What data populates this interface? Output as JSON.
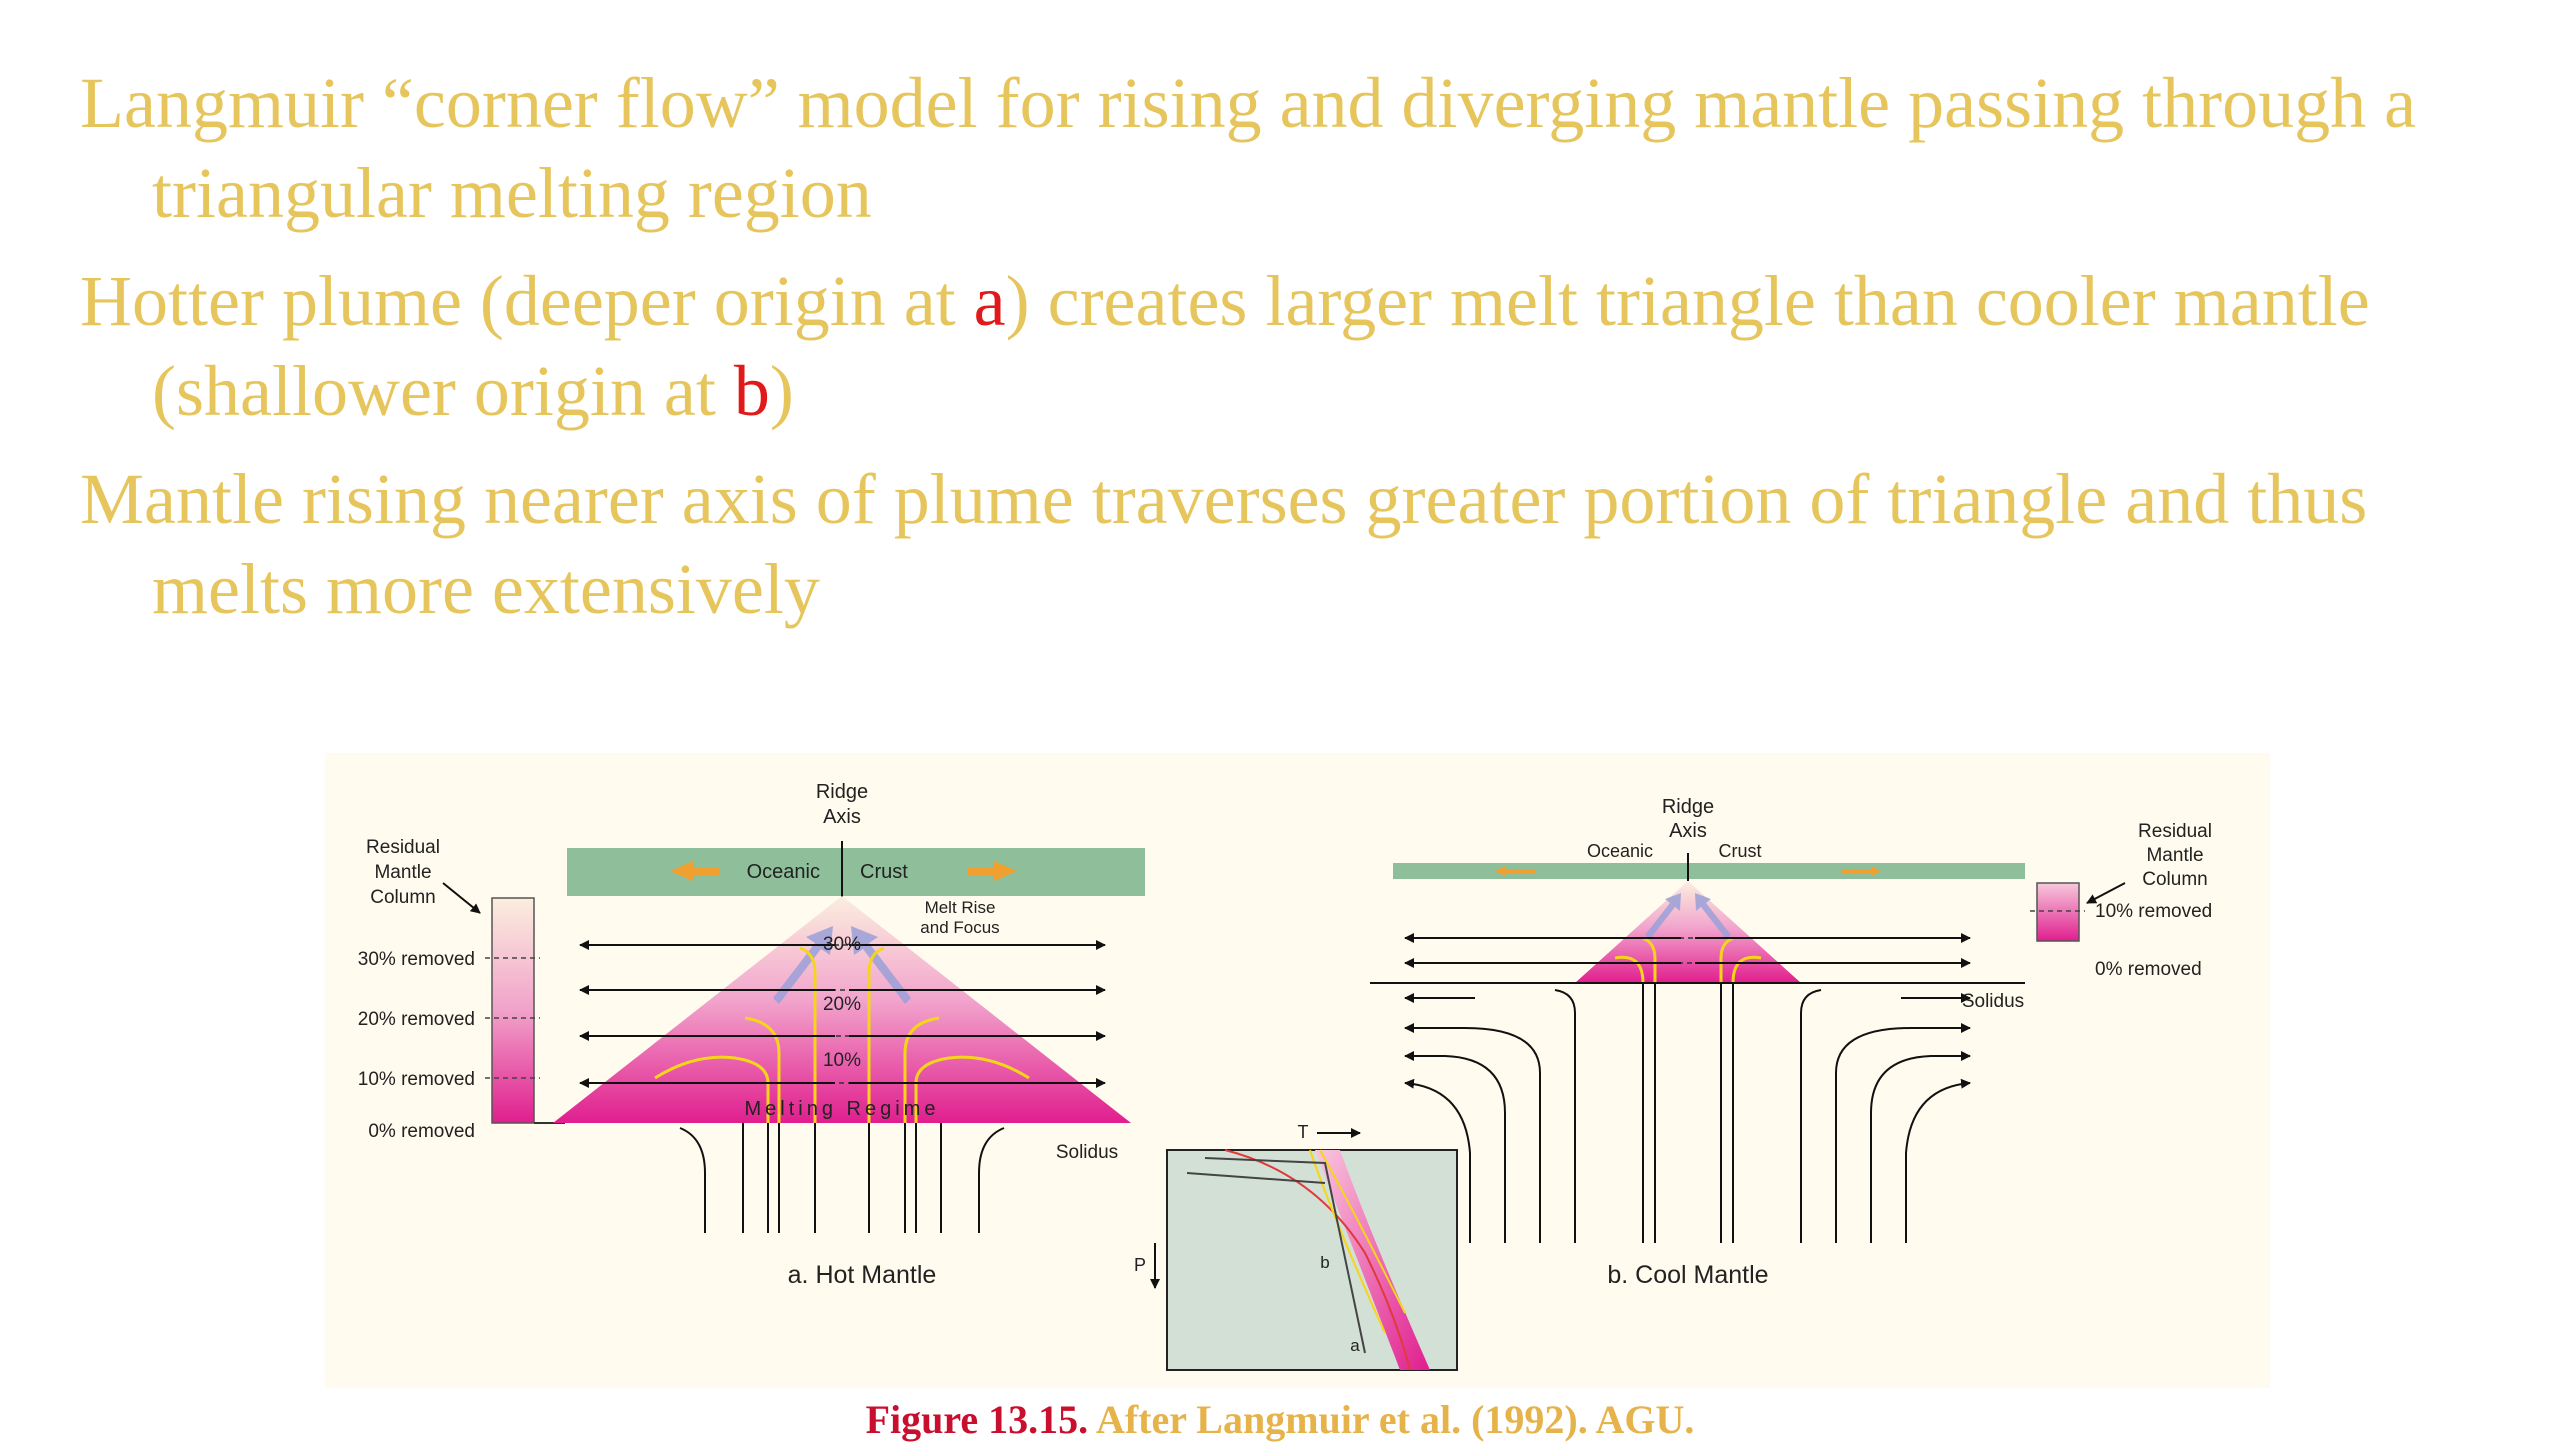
{
  "bullets": [
    {
      "text": "Langmuir “corner flow” model for rising and diverging mantle passing through a triangular melting region"
    },
    {
      "pre": "Hotter plume (deeper origin at ",
      "hl1": "a",
      "mid": ") creates larger melt triangle than cooler mantle (shallower origin at ",
      "hl2": "b",
      "post": ")"
    },
    {
      "text": "Mantle rising nearer axis of plume traverses greater portion of triangle and thus melts more extensively"
    }
  ],
  "figure": {
    "hot": {
      "ridge_axis_line1": "Ridge",
      "ridge_axis_line2": "Axis",
      "oceanic": "Oceanic",
      "crust": "Crust",
      "residual_line1": "Residual",
      "residual_line2": "Mantle",
      "residual_line3": "Column",
      "removed_30": "30% removed",
      "removed_20": "20% removed",
      "removed_10": "10% removed",
      "removed_0": "0% removed",
      "melt_rise_line1": "Melt Rise",
      "melt_rise_line2": "and Focus",
      "pct_30": "30%",
      "pct_20": "20%",
      "pct_10": "10%",
      "melting_regime": "Melting Regime",
      "solidus": "Solidus",
      "title": "a. Hot Mantle"
    },
    "cool": {
      "ridge_axis_line1": "Ridge",
      "ridge_axis_line2": "Axis",
      "oceanic": "Oceanic",
      "crust": "Crust",
      "residual_line1": "Residual",
      "residual_line2": "Mantle",
      "residual_line3": "Column",
      "removed_10": "10% removed",
      "removed_0": "0% removed",
      "solidus": "Solidus",
      "title": "b. Cool Mantle"
    },
    "pt": {
      "t_label": "T",
      "p_label": "P",
      "a_label": "a",
      "b_label": "b"
    }
  },
  "caption": {
    "number": "Figure 13.15.",
    "text": "After Langmuir et al. (1992). AGU."
  },
  "colors": {
    "slide_text": "#e6c65c",
    "highlight": "#e01a1a",
    "crust": "#8fbf9a",
    "melt_top": "#fbe9d8",
    "melt_bottom": "#e01e8e",
    "flow_yellow": "#f5d51a",
    "arrow_orange": "#f0a030",
    "pt_box": "#d3e0d6"
  }
}
